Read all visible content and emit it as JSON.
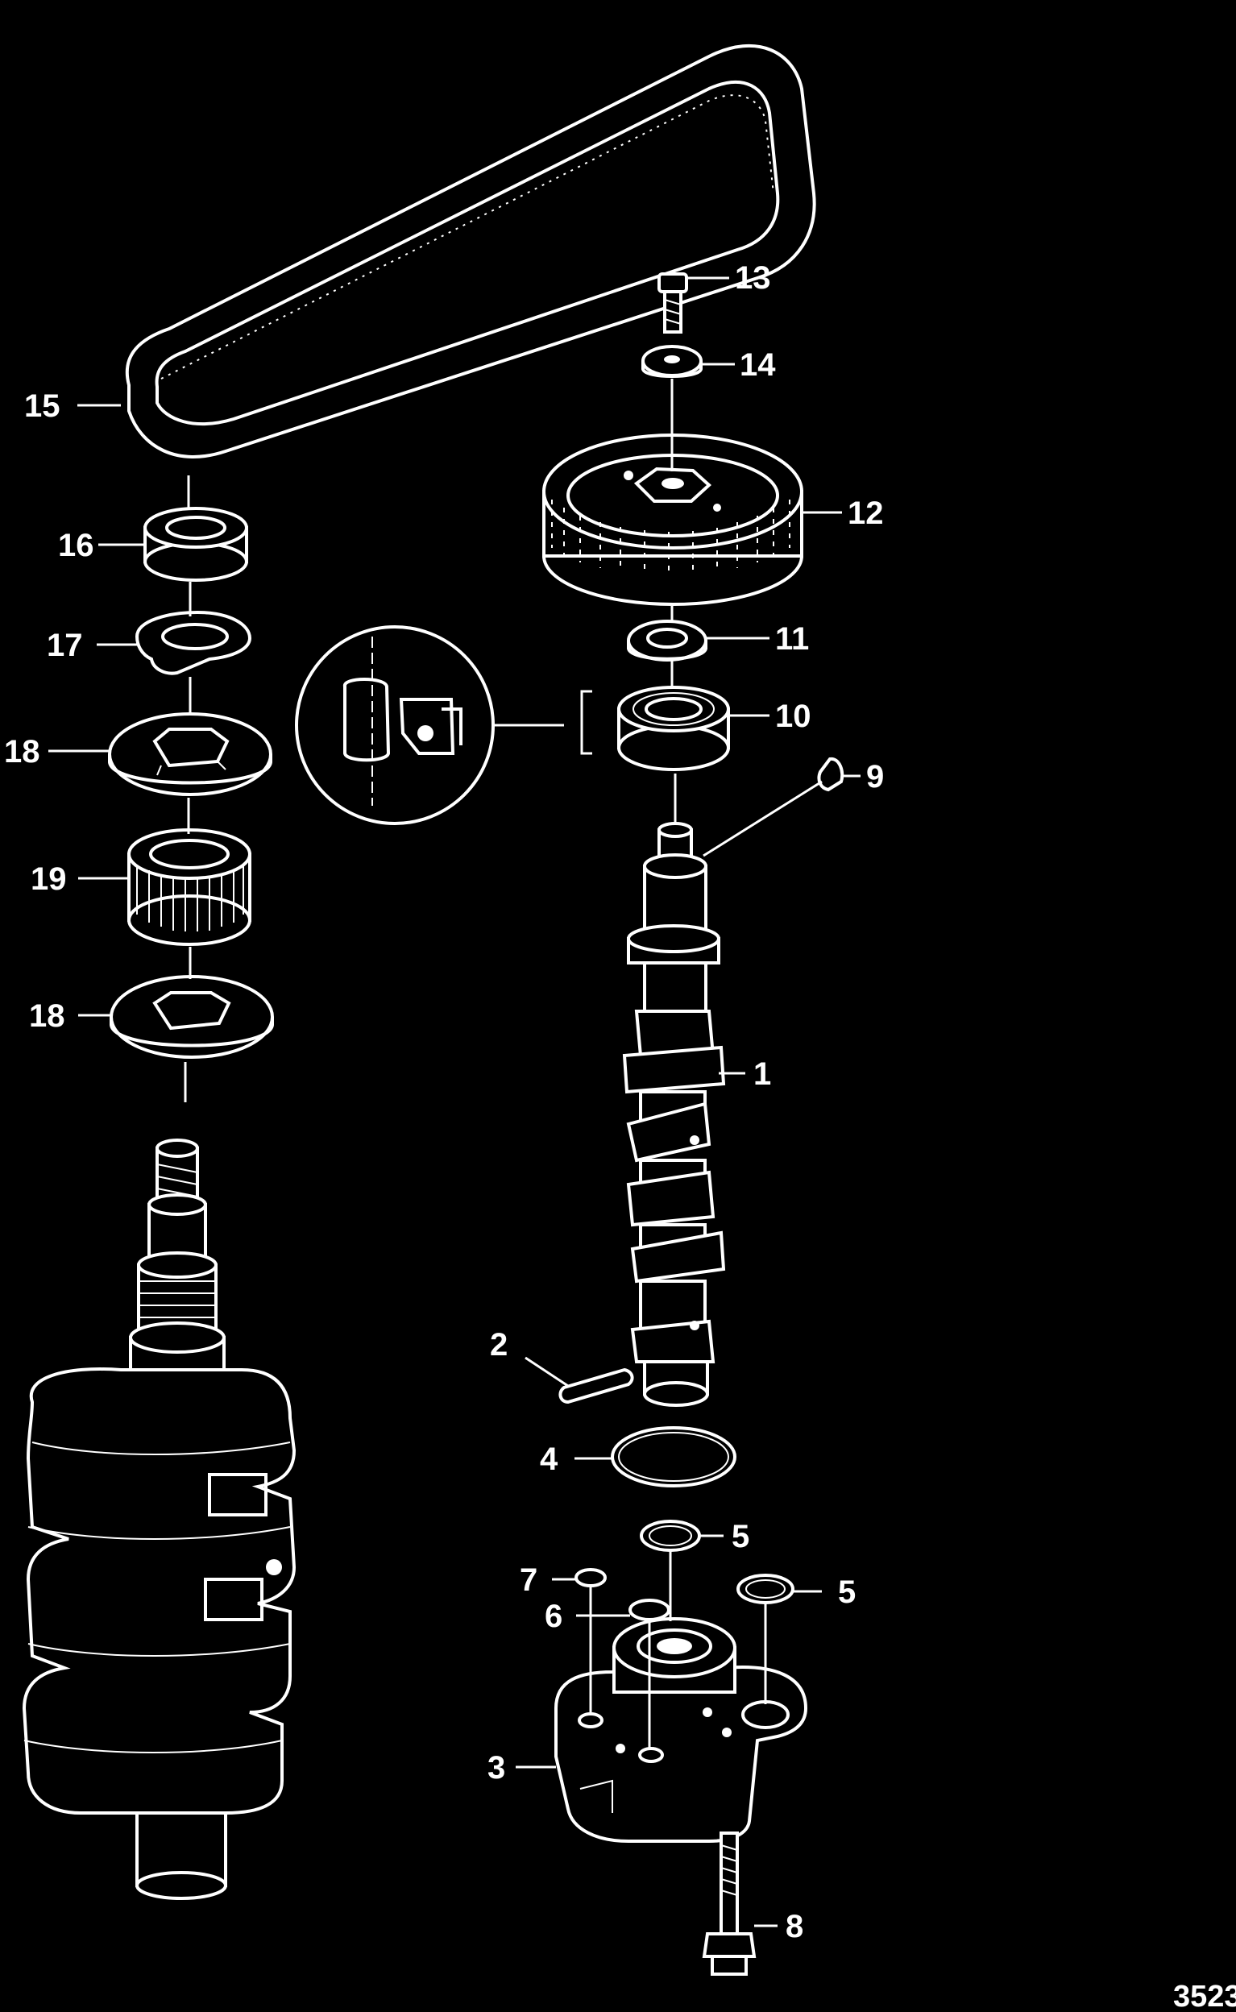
{
  "figure_number": "3523",
  "callouts": [
    {
      "id": "c13",
      "label": "13"
    },
    {
      "id": "c14",
      "label": "14"
    },
    {
      "id": "c15",
      "label": "15"
    },
    {
      "id": "c12",
      "label": "12"
    },
    {
      "id": "c16",
      "label": "16"
    },
    {
      "id": "c17",
      "label": "17"
    },
    {
      "id": "c11",
      "label": "11"
    },
    {
      "id": "c18a",
      "label": "18"
    },
    {
      "id": "c10",
      "label": "10"
    },
    {
      "id": "c9",
      "label": "9"
    },
    {
      "id": "c19",
      "label": "19"
    },
    {
      "id": "c18b",
      "label": "18"
    },
    {
      "id": "c1",
      "label": "1"
    },
    {
      "id": "c2",
      "label": "2"
    },
    {
      "id": "c4",
      "label": "4"
    },
    {
      "id": "c5a",
      "label": "5"
    },
    {
      "id": "c7",
      "label": "7"
    },
    {
      "id": "c5b",
      "label": "5"
    },
    {
      "id": "c6",
      "label": "6"
    },
    {
      "id": "c3",
      "label": "3"
    },
    {
      "id": "c8",
      "label": "8"
    }
  ]
}
